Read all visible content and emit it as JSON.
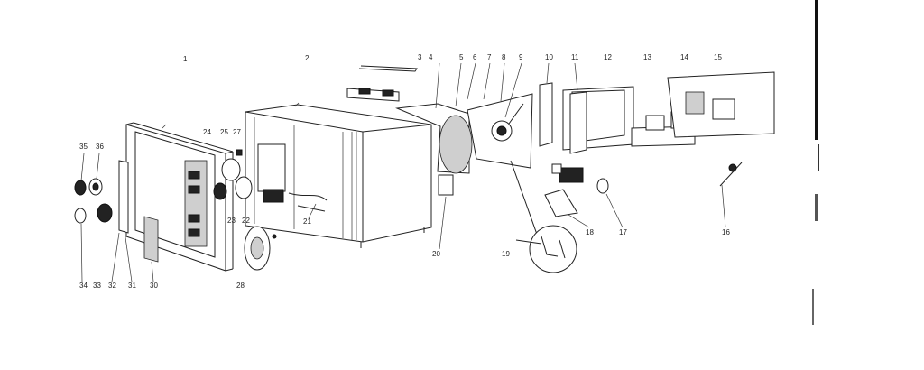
{
  "labels": {
    "l1": "1",
    "l2": "2",
    "l3": "3",
    "l4": "4",
    "l5": "5",
    "l6": "6",
    "l7": "7",
    "l8": "8",
    "l9": "9",
    "l10": "10",
    "l11": "11",
    "l12": "12",
    "l13": "13",
    "l14": "14",
    "l15": "15",
    "l16": "16",
    "l17": "17",
    "l18": "18",
    "l19": "19",
    "l20": "20",
    "l21": "21",
    "l22": "22",
    "l23": "23",
    "l24": "24",
    "l25": "25",
    "l27": "27",
    "l28": "28",
    "l30": "30",
    "l31": "31",
    "l32": "32",
    "l33": "33",
    "l34": "34",
    "l35": "35",
    "l36": "36"
  }
}
